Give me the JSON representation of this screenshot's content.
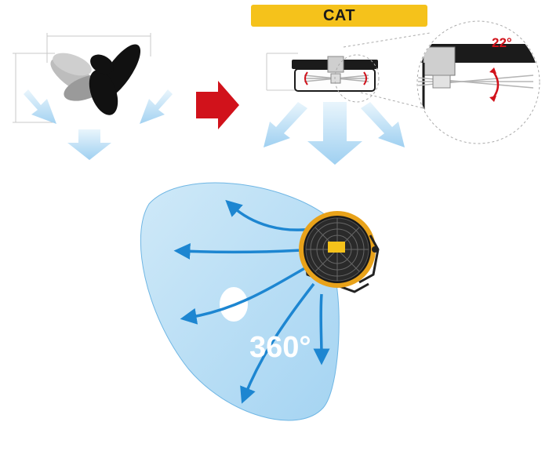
{
  "brand_label": "CAT",
  "tilt_angle_label": "22°",
  "rotation_label": "360°",
  "icons": {
    "arrow": "red-right-arrow-icon",
    "propeller": "propeller-blades-icon",
    "fan": "drum-fan-icon"
  },
  "colors": {
    "airflow_blue": "#1d86d1",
    "airflow_light": "#a9d6f3",
    "accent_red": "#d1121b",
    "badge_yellow": "#f5c21b",
    "fan_frame": "#e8a21a"
  }
}
